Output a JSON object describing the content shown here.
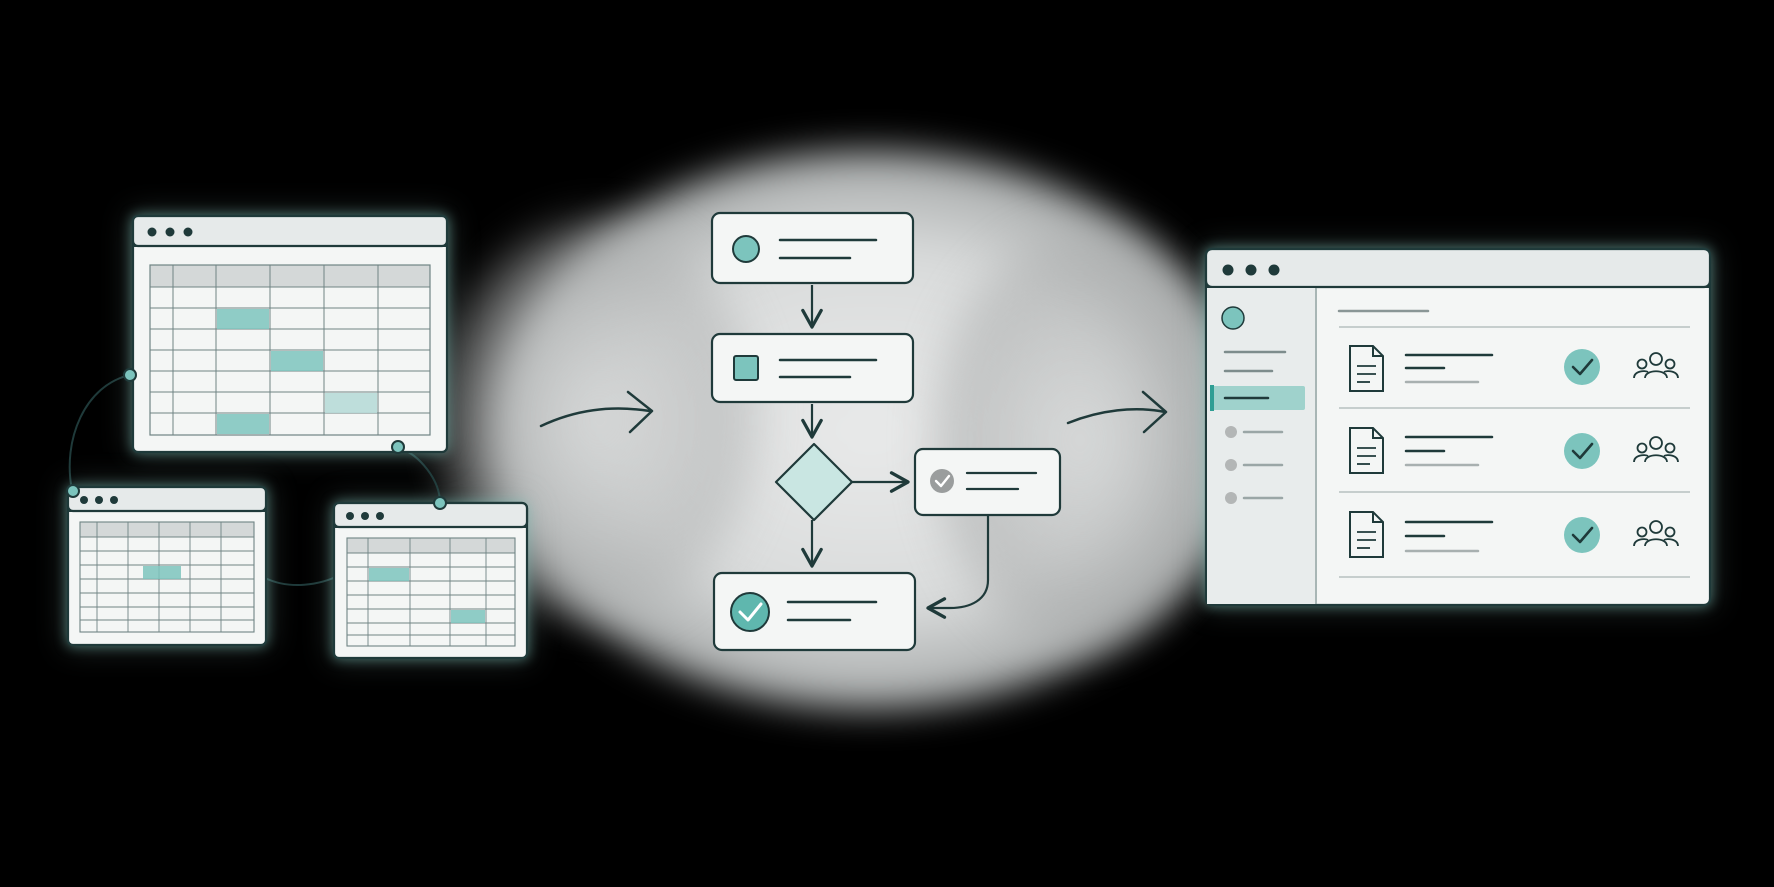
{
  "colors": {
    "background": "#000000",
    "cloud": "#dcdede",
    "stroke": "#1f3a3a",
    "teal": "#7cc4bd",
    "teal_dark": "#2e9e94",
    "panel_fill": "#f4f6f5",
    "titlebar_fill": "#e6eaea",
    "header_cell_fill": "#d4d8d8",
    "grey_dot": "#b3b6b6"
  },
  "sections": {
    "spreadsheets": "linked-spreadsheets",
    "workflow": "workflow-diagram",
    "dashboard": "app-dashboard"
  },
  "icons": {
    "window_dots": "window-controls-icon",
    "document": "document-icon",
    "check": "check-icon",
    "users": "users-group-icon",
    "arrow": "arrow-right-icon"
  },
  "dashboard": {
    "rows": 3,
    "sidebar_items": 5
  },
  "workflow": {
    "steps": [
      "start",
      "process",
      "decision",
      "approval",
      "complete"
    ]
  }
}
